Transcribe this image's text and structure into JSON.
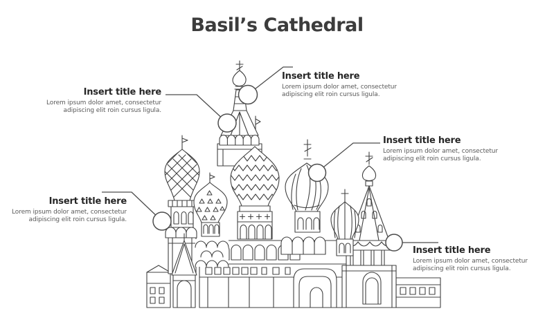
{
  "slide": {
    "title": "Basil’s Cathedral",
    "illustration": "st-basils-cathedral-line-drawing"
  },
  "callouts": [
    {
      "position": "top-center",
      "title": "Insert title here",
      "body_line1": "Lorem ipsum dolor amet, consectetur",
      "body_line2": "adipiscing elit roin cursus ligula."
    },
    {
      "position": "upper-left",
      "title": "Insert title here",
      "body_line1": "Lorem ipsum dolor amet, consectetur",
      "body_line2": "adipiscing elit roin cursus ligula."
    },
    {
      "position": "middle-right",
      "title": "Insert title here",
      "body_line1": "Lorem ipsum dolor amet, consectetur",
      "body_line2": "adipiscing elit roin cursus ligula."
    },
    {
      "position": "lower-left",
      "title": "Insert title here",
      "body_line1": "Lorem ipsum dolor amet, consectetur",
      "body_line2": "adipiscing elit roin cursus ligula."
    },
    {
      "position": "bottom-right",
      "title": "Insert title here",
      "body_line1": "Lorem ipsum dolor amet, consectetur",
      "body_line2": "adipiscing elit roin cursus ligula."
    }
  ],
  "colors": {
    "background": "#ffffff",
    "heading_text": "#3c3c3c",
    "callout_title_text": "#262626",
    "callout_body_text": "#595959",
    "line_art": "#404040",
    "connector_line": "#4c4c4c",
    "marker_fill": "#ffffff"
  }
}
